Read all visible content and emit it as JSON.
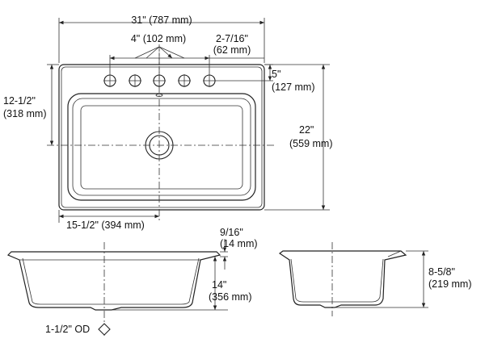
{
  "dimensions": {
    "overall_width": "31\" (787 mm)",
    "hole_spacing_1": "4\" (102 mm)",
    "edge_offset_1": "2-7/16\"",
    "edge_offset_2": "(62 mm)",
    "hole_depth_1": "5\"",
    "hole_depth_2": "(127 mm)",
    "drain_offset_1": "12-1/2\"",
    "drain_offset_2": "(318 mm)",
    "overall_depth_1": "22\"",
    "overall_depth_2": "(559 mm)",
    "drain_center": "15-1/2\" (394 mm)",
    "rim_height_1": "9/16\"",
    "rim_height_2": "(14 mm)",
    "basin_depth_1": "14\"",
    "basin_depth_2": "(356 mm)",
    "side_depth_1": "8-5/8\"",
    "side_depth_2": "(219 mm)",
    "drain_outlet": "1-1/2\" OD"
  }
}
